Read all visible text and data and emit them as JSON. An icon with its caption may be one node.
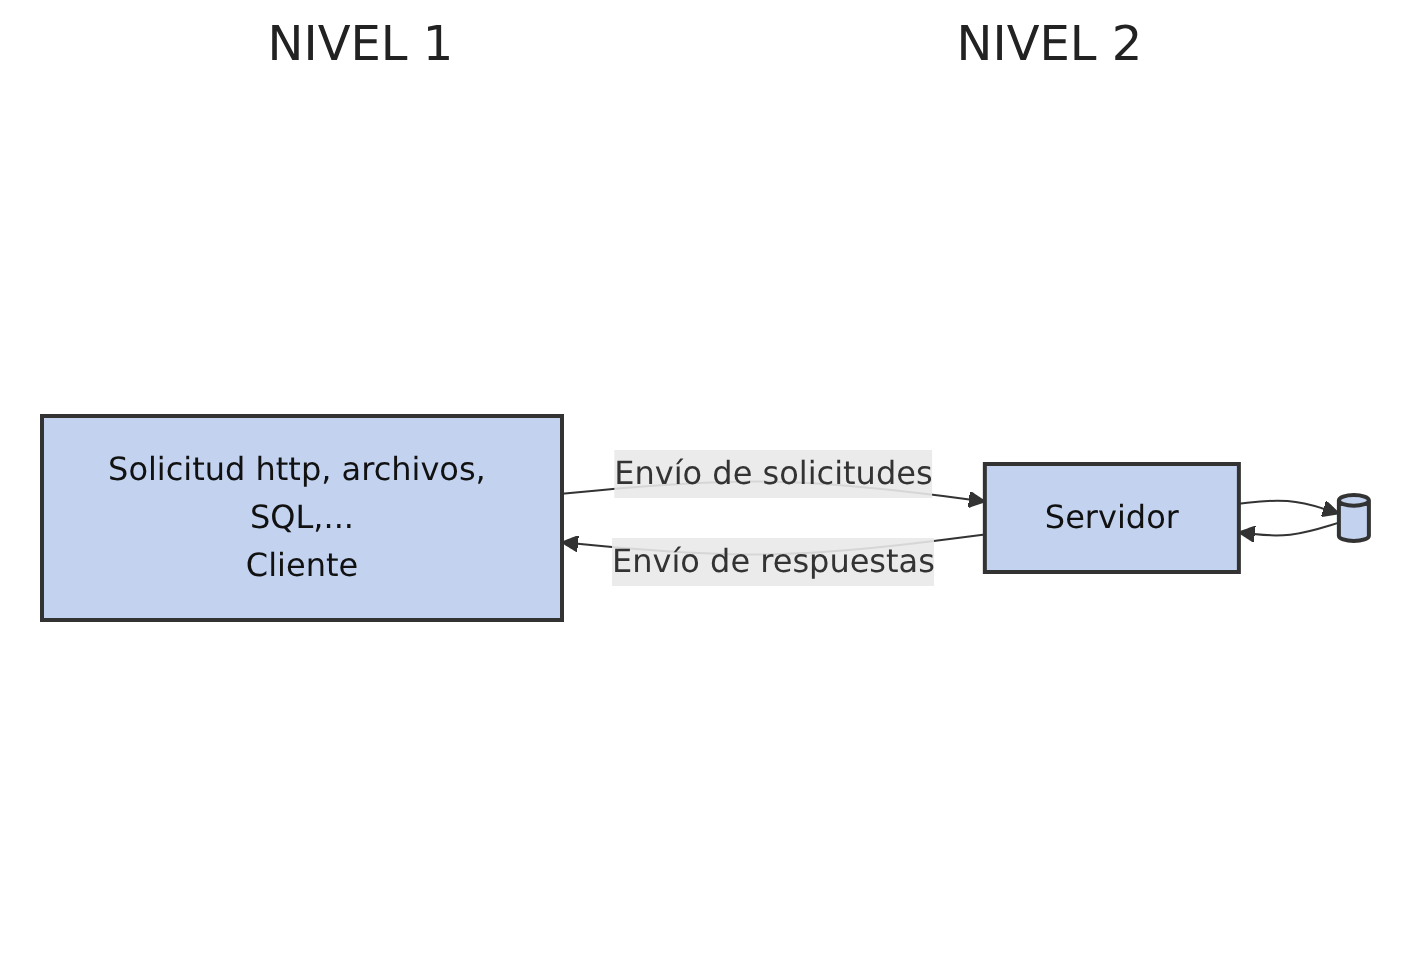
{
  "diagram": {
    "nodes": [
      {
        "text": [
          "Solicitud http, archivos, SQL,...",
          "Cliente"
        ]
      },
      {
        "text": [
          "Servidor"
        ]
      },
      {
        "text": [],
        "shape": "cylinder"
      }
    ],
    "edges": [
      {
        "from": 0,
        "to": 1,
        "arrow": "to",
        "label": "Envío de solicitudes"
      },
      {
        "from": 1,
        "to": 2,
        "arrow": "to"
      },
      {
        "from": 2,
        "to": 1,
        "arrow": "to"
      },
      {
        "from": 1,
        "to": 0,
        "arrow": "to",
        "label": "Envío de respuestas"
      }
    ],
    "labels": [
      "NIVEL 1",
      "NIVEL 2"
    ]
  }
}
